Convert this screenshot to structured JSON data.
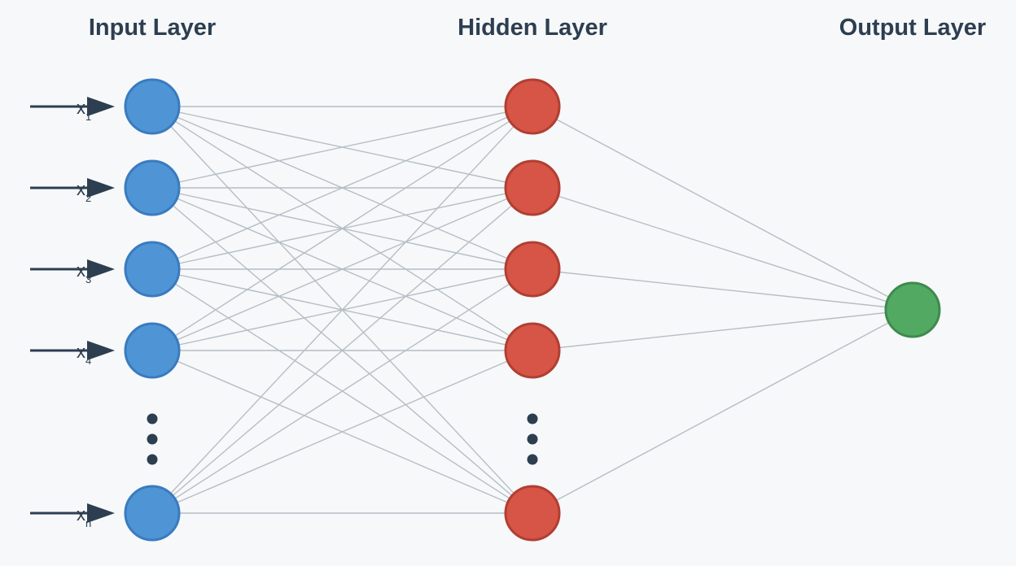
{
  "layers": {
    "input": {
      "title": "Input Layer",
      "fill": "#4f95d6",
      "stroke": "#3a7bbf"
    },
    "hidden": {
      "title": "Hidden Layer",
      "fill": "#d75546",
      "stroke": "#b03f32"
    },
    "output": {
      "title": "Output Layer",
      "fill": "#52aa62",
      "stroke": "#3f8a4e"
    }
  },
  "input_labels": [
    {
      "base": "x",
      "sub": "1"
    },
    {
      "base": "x",
      "sub": "2"
    },
    {
      "base": "x",
      "sub": "3"
    },
    {
      "base": "x",
      "sub": "4"
    },
    {
      "base": "x",
      "sub": "n"
    }
  ],
  "ellipsis_icon": "vertical-ellipsis-icon",
  "colors": {
    "background": "#f6f8fa",
    "connection": "#b6bec4",
    "arrow": "#2d3e50",
    "text": "#2d3e50"
  }
}
